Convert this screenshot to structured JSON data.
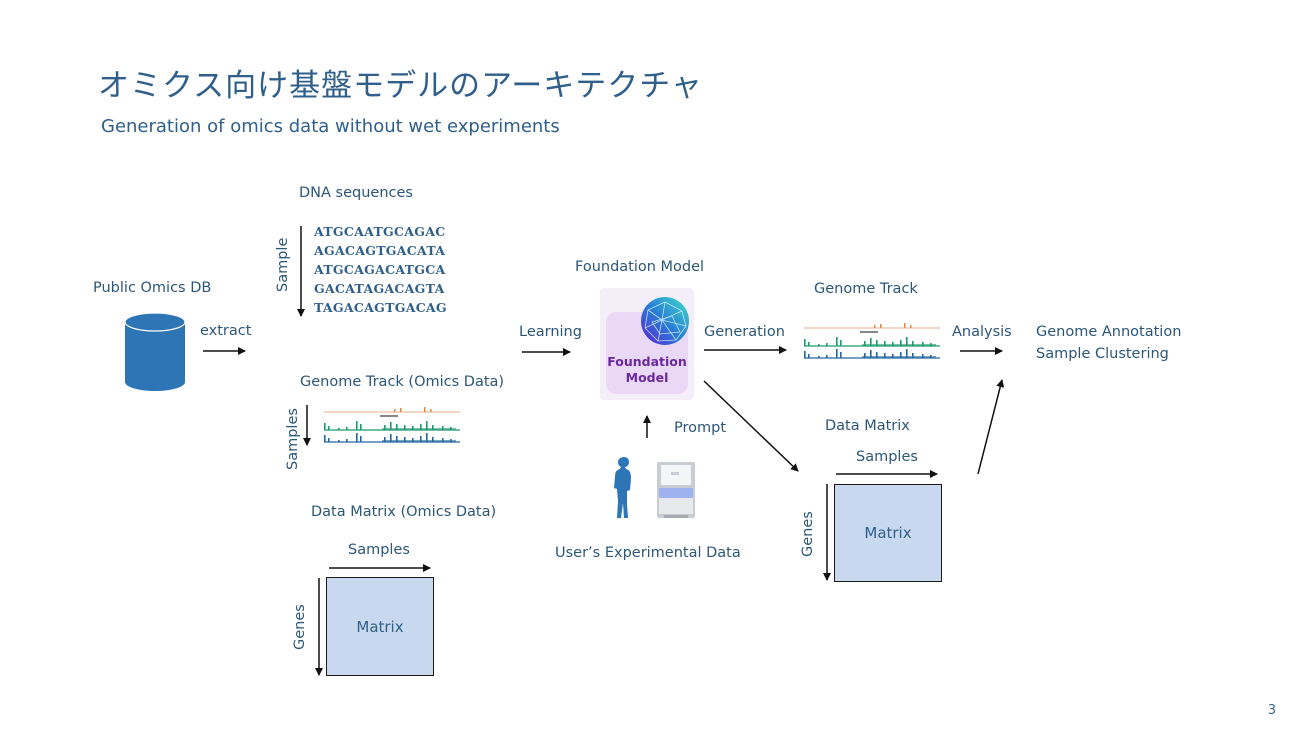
{
  "slide": {
    "title": "オミクス向け基盤モデルのアーキテクチャ",
    "subtitle": "Generation of omics data without wet experiments",
    "page_number": "3"
  },
  "diagram": {
    "source": {
      "label": "Public Omics DB",
      "icon": "database-icon",
      "color": "#2e75b6",
      "edge_label": "extract"
    },
    "inputs": {
      "dna": {
        "label": "DNA sequences",
        "axis_label": "Sample",
        "sequences": [
          "ATGCAATGCAGAC",
          "AGACAGTGACATA",
          "ATGCAGACATGCA",
          "GACATAGACAGTA",
          "TAGACAGTGACAG"
        ]
      },
      "genome_track": {
        "label": "Genome Track (Omics Data)",
        "axis_label": "Samples",
        "icon": "genome-track-icon"
      },
      "data_matrix": {
        "label": "Data Matrix (Omics Data)",
        "col_label": "Samples",
        "row_label": "Genes",
        "cell_label": "Matrix",
        "fill_color": "#c8d8ef"
      }
    },
    "model": {
      "title": "Foundation Model",
      "badge_text_line1": "Foundation",
      "badge_text_line2": "Model",
      "in_edge_label": "Learning",
      "out_edge_label": "Generation",
      "prompt_label": "Prompt",
      "brand_color": "#6a2a9e"
    },
    "user": {
      "label": "User’s Experimental Data",
      "icons": [
        "person-icon",
        "sequencer-icon"
      ]
    },
    "outputs": {
      "genome_track": {
        "label": "Genome Track",
        "icon": "genome-track-icon"
      },
      "data_matrix": {
        "label": "Data Matrix",
        "col_label": "Samples",
        "row_label": "Genes",
        "cell_label": "Matrix"
      },
      "analysis_edge_label": "Analysis",
      "results": [
        "Genome Annotation",
        "Sample Clustering"
      ]
    }
  }
}
